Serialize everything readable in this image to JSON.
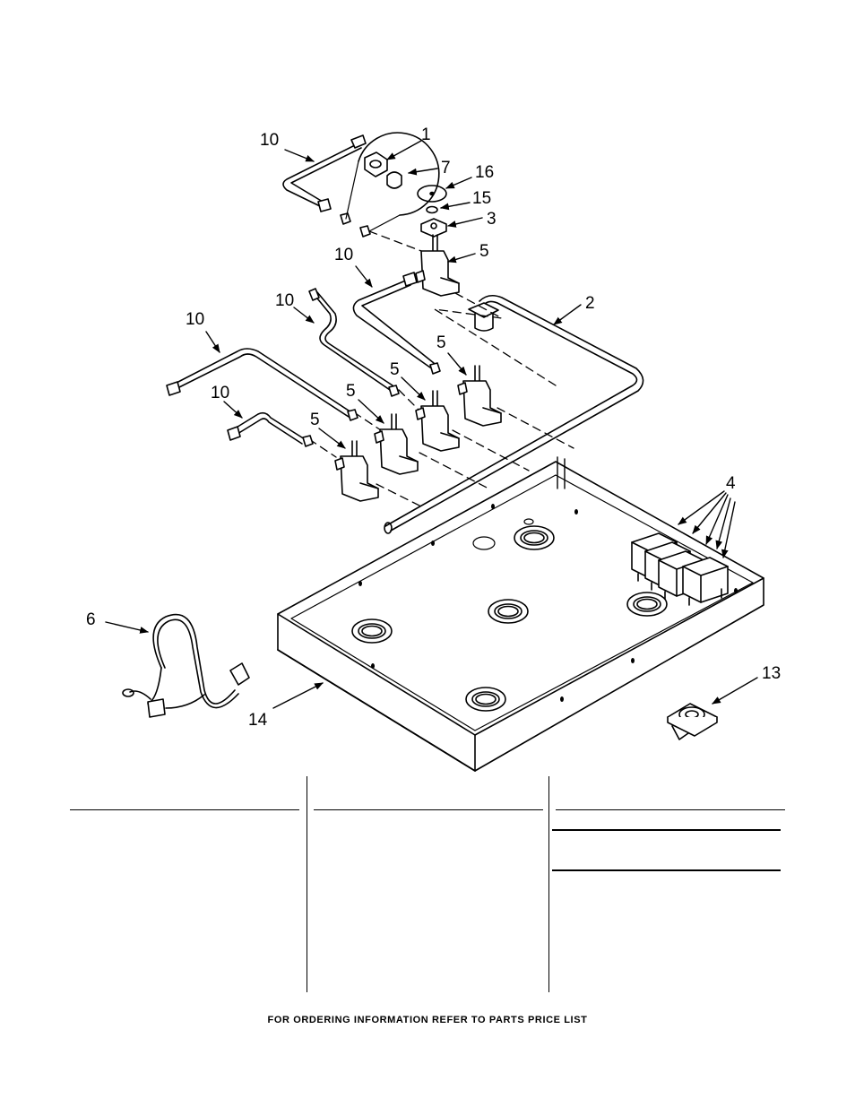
{
  "callouts": [
    "10",
    "1",
    "7",
    "16",
    "15",
    "3",
    "5",
    "10",
    "2",
    "10",
    "10",
    "5",
    "5",
    "10",
    "5",
    "5",
    "4",
    "6",
    "13",
    "14"
  ],
  "footer": {
    "text": "FOR ORDERING INFORMATION REFER TO PARTS PRICE LIST"
  },
  "colors": {
    "ink": "#000000",
    "paper": "#ffffff"
  }
}
